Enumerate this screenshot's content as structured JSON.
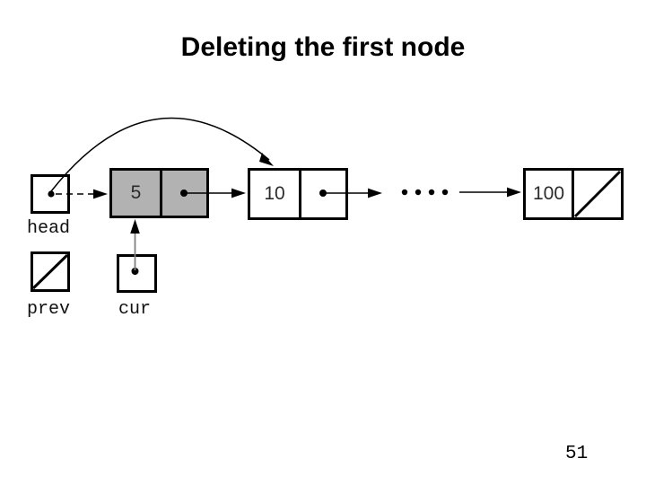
{
  "slide": {
    "title": "Deleting the first node",
    "page_number": "51"
  },
  "colors": {
    "background": "#ffffff",
    "line": "#000000",
    "highlight_node_fill": "#b2b2b2",
    "default_node_fill": "#ffffff",
    "cur_arrow_shaft": "#808080"
  },
  "diagram": {
    "type": "singly-linked-list-deletion",
    "description": "head's pointer (curved arrow) is redirected around the highlighted first node 5 to node 10; prev is null; cur points to node 5",
    "pointers": [
      {
        "label": "head",
        "points_to": "node-5",
        "null": false
      },
      {
        "label": "prev",
        "points_to": null,
        "null": true
      },
      {
        "label": "cur",
        "points_to": "node-5",
        "null": false
      }
    ],
    "nodes": [
      {
        "value": "5",
        "highlighted": true,
        "next": "node-10"
      },
      {
        "value": "10",
        "highlighted": false,
        "next": "ellipsis"
      },
      {
        "value": "100",
        "highlighted": false,
        "next": null
      }
    ],
    "ellipsis_dot_count": 4,
    "edges": [
      "head -dashed-> node-5",
      "head -curved-> node-10",
      "node-5 -> node-10",
      "node-10 -> ellipsis",
      "ellipsis -> node-100",
      "cur -up-> node-5"
    ]
  }
}
